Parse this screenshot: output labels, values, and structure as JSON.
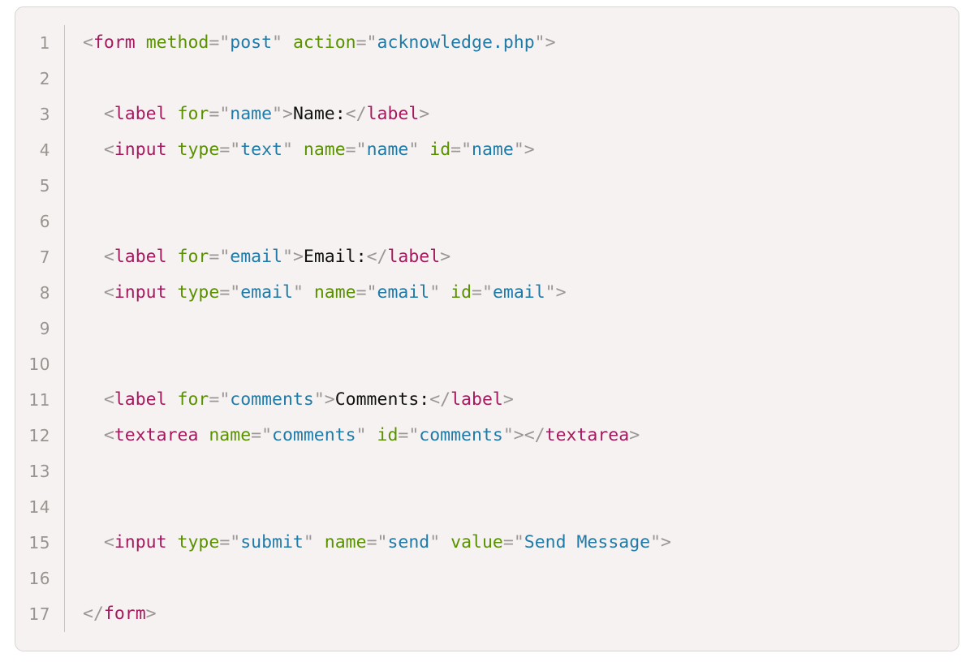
{
  "editor": {
    "language": "html",
    "background_color": "#f6f2f1",
    "border_color": "#d8d4d2",
    "line_number_color": "#9a9490",
    "gutter_rule_color": "#c9c3c0",
    "total_lines": 17,
    "first_line_number": 1,
    "palette": {
      "tag": "#a6195e",
      "attribute": "#5a9100",
      "string": "#1f7aa8",
      "punctuation": "#9b9695",
      "text": "#111111"
    }
  },
  "lines": [
    {
      "number": "1",
      "indent": "",
      "tokens": [
        {
          "t": "punct",
          "v": "<"
        },
        {
          "t": "tag",
          "v": "form"
        },
        {
          "t": "text",
          "v": " "
        },
        {
          "t": "attr",
          "v": "method"
        },
        {
          "t": "punct",
          "v": "=\""
        },
        {
          "t": "str",
          "v": "post"
        },
        {
          "t": "punct",
          "v": "\""
        },
        {
          "t": "text",
          "v": " "
        },
        {
          "t": "attr",
          "v": "action"
        },
        {
          "t": "punct",
          "v": "=\""
        },
        {
          "t": "str",
          "v": "acknowledge.php"
        },
        {
          "t": "punct",
          "v": "\">"
        }
      ]
    },
    {
      "number": "2",
      "indent": "",
      "tokens": []
    },
    {
      "number": "3",
      "indent": "  ",
      "tokens": [
        {
          "t": "punct",
          "v": "<"
        },
        {
          "t": "tag",
          "v": "label"
        },
        {
          "t": "text",
          "v": " "
        },
        {
          "t": "attr",
          "v": "for"
        },
        {
          "t": "punct",
          "v": "=\""
        },
        {
          "t": "str",
          "v": "name"
        },
        {
          "t": "punct",
          "v": "\">"
        },
        {
          "t": "text",
          "v": "Name:"
        },
        {
          "t": "punct",
          "v": "</"
        },
        {
          "t": "tag",
          "v": "label"
        },
        {
          "t": "punct",
          "v": ">"
        }
      ]
    },
    {
      "number": "4",
      "indent": "  ",
      "tokens": [
        {
          "t": "punct",
          "v": "<"
        },
        {
          "t": "tag",
          "v": "input"
        },
        {
          "t": "text",
          "v": " "
        },
        {
          "t": "attr",
          "v": "type"
        },
        {
          "t": "punct",
          "v": "=\""
        },
        {
          "t": "str",
          "v": "text"
        },
        {
          "t": "punct",
          "v": "\""
        },
        {
          "t": "text",
          "v": " "
        },
        {
          "t": "attr",
          "v": "name"
        },
        {
          "t": "punct",
          "v": "=\""
        },
        {
          "t": "str",
          "v": "name"
        },
        {
          "t": "punct",
          "v": "\""
        },
        {
          "t": "text",
          "v": " "
        },
        {
          "t": "attr",
          "v": "id"
        },
        {
          "t": "punct",
          "v": "=\""
        },
        {
          "t": "str",
          "v": "name"
        },
        {
          "t": "punct",
          "v": "\">"
        }
      ]
    },
    {
      "number": "5",
      "indent": "",
      "tokens": []
    },
    {
      "number": "6",
      "indent": "",
      "tokens": []
    },
    {
      "number": "7",
      "indent": "  ",
      "tokens": [
        {
          "t": "punct",
          "v": "<"
        },
        {
          "t": "tag",
          "v": "label"
        },
        {
          "t": "text",
          "v": " "
        },
        {
          "t": "attr",
          "v": "for"
        },
        {
          "t": "punct",
          "v": "=\""
        },
        {
          "t": "str",
          "v": "email"
        },
        {
          "t": "punct",
          "v": "\">"
        },
        {
          "t": "text",
          "v": "Email:"
        },
        {
          "t": "punct",
          "v": "</"
        },
        {
          "t": "tag",
          "v": "label"
        },
        {
          "t": "punct",
          "v": ">"
        }
      ]
    },
    {
      "number": "8",
      "indent": "  ",
      "tokens": [
        {
          "t": "punct",
          "v": "<"
        },
        {
          "t": "tag",
          "v": "input"
        },
        {
          "t": "text",
          "v": " "
        },
        {
          "t": "attr",
          "v": "type"
        },
        {
          "t": "punct",
          "v": "=\""
        },
        {
          "t": "str",
          "v": "email"
        },
        {
          "t": "punct",
          "v": "\""
        },
        {
          "t": "text",
          "v": " "
        },
        {
          "t": "attr",
          "v": "name"
        },
        {
          "t": "punct",
          "v": "=\""
        },
        {
          "t": "str",
          "v": "email"
        },
        {
          "t": "punct",
          "v": "\""
        },
        {
          "t": "text",
          "v": " "
        },
        {
          "t": "attr",
          "v": "id"
        },
        {
          "t": "punct",
          "v": "=\""
        },
        {
          "t": "str",
          "v": "email"
        },
        {
          "t": "punct",
          "v": "\">"
        }
      ]
    },
    {
      "number": "9",
      "indent": "",
      "tokens": []
    },
    {
      "number": "10",
      "indent": "",
      "tokens": []
    },
    {
      "number": "11",
      "indent": "  ",
      "tokens": [
        {
          "t": "punct",
          "v": "<"
        },
        {
          "t": "tag",
          "v": "label"
        },
        {
          "t": "text",
          "v": " "
        },
        {
          "t": "attr",
          "v": "for"
        },
        {
          "t": "punct",
          "v": "=\""
        },
        {
          "t": "str",
          "v": "comments"
        },
        {
          "t": "punct",
          "v": "\">"
        },
        {
          "t": "text",
          "v": "Comments:"
        },
        {
          "t": "punct",
          "v": "</"
        },
        {
          "t": "tag",
          "v": "label"
        },
        {
          "t": "punct",
          "v": ">"
        }
      ]
    },
    {
      "number": "12",
      "indent": "  ",
      "tokens": [
        {
          "t": "punct",
          "v": "<"
        },
        {
          "t": "tag",
          "v": "textarea"
        },
        {
          "t": "text",
          "v": " "
        },
        {
          "t": "attr",
          "v": "name"
        },
        {
          "t": "punct",
          "v": "=\""
        },
        {
          "t": "str",
          "v": "comments"
        },
        {
          "t": "punct",
          "v": "\""
        },
        {
          "t": "text",
          "v": " "
        },
        {
          "t": "attr",
          "v": "id"
        },
        {
          "t": "punct",
          "v": "=\""
        },
        {
          "t": "str",
          "v": "comments"
        },
        {
          "t": "punct",
          "v": "\">"
        },
        {
          "t": "punct",
          "v": "</"
        },
        {
          "t": "tag",
          "v": "textarea"
        },
        {
          "t": "punct",
          "v": ">"
        }
      ]
    },
    {
      "number": "13",
      "indent": "",
      "tokens": []
    },
    {
      "number": "14",
      "indent": "",
      "tokens": []
    },
    {
      "number": "15",
      "indent": "  ",
      "tokens": [
        {
          "t": "punct",
          "v": "<"
        },
        {
          "t": "tag",
          "v": "input"
        },
        {
          "t": "text",
          "v": " "
        },
        {
          "t": "attr",
          "v": "type"
        },
        {
          "t": "punct",
          "v": "=\""
        },
        {
          "t": "str",
          "v": "submit"
        },
        {
          "t": "punct",
          "v": "\""
        },
        {
          "t": "text",
          "v": " "
        },
        {
          "t": "attr",
          "v": "name"
        },
        {
          "t": "punct",
          "v": "=\""
        },
        {
          "t": "str",
          "v": "send"
        },
        {
          "t": "punct",
          "v": "\""
        },
        {
          "t": "text",
          "v": " "
        },
        {
          "t": "attr",
          "v": "value"
        },
        {
          "t": "punct",
          "v": "=\""
        },
        {
          "t": "str",
          "v": "Send Message"
        },
        {
          "t": "punct",
          "v": "\">"
        }
      ]
    },
    {
      "number": "16",
      "indent": "",
      "tokens": []
    },
    {
      "number": "17",
      "indent": "",
      "tokens": [
        {
          "t": "punct",
          "v": "</"
        },
        {
          "t": "tag",
          "v": "form"
        },
        {
          "t": "punct",
          "v": ">"
        }
      ]
    }
  ]
}
